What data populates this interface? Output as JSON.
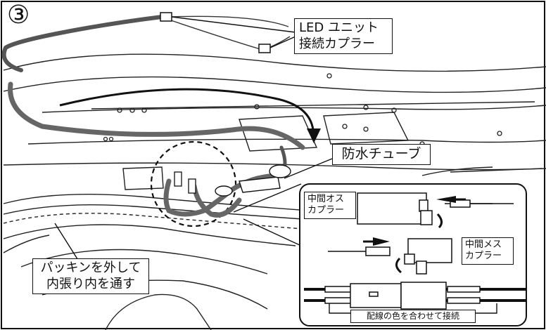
{
  "step_number": "③",
  "labels": {
    "led_coupler_line1": "LED ユニット",
    "led_coupler_line2": "接続カプラー",
    "waterproof_tube": "防水チューブ",
    "packing_line1": "パッキンを外して",
    "packing_line2": "内張り内を通す",
    "middle_male_line1": "中間オス",
    "middle_male_line2": "カプラー",
    "middle_female_line1": "中間メス",
    "middle_female_line2": "カプラー",
    "wire_color_note": "配線の色を合わせて接続"
  }
}
